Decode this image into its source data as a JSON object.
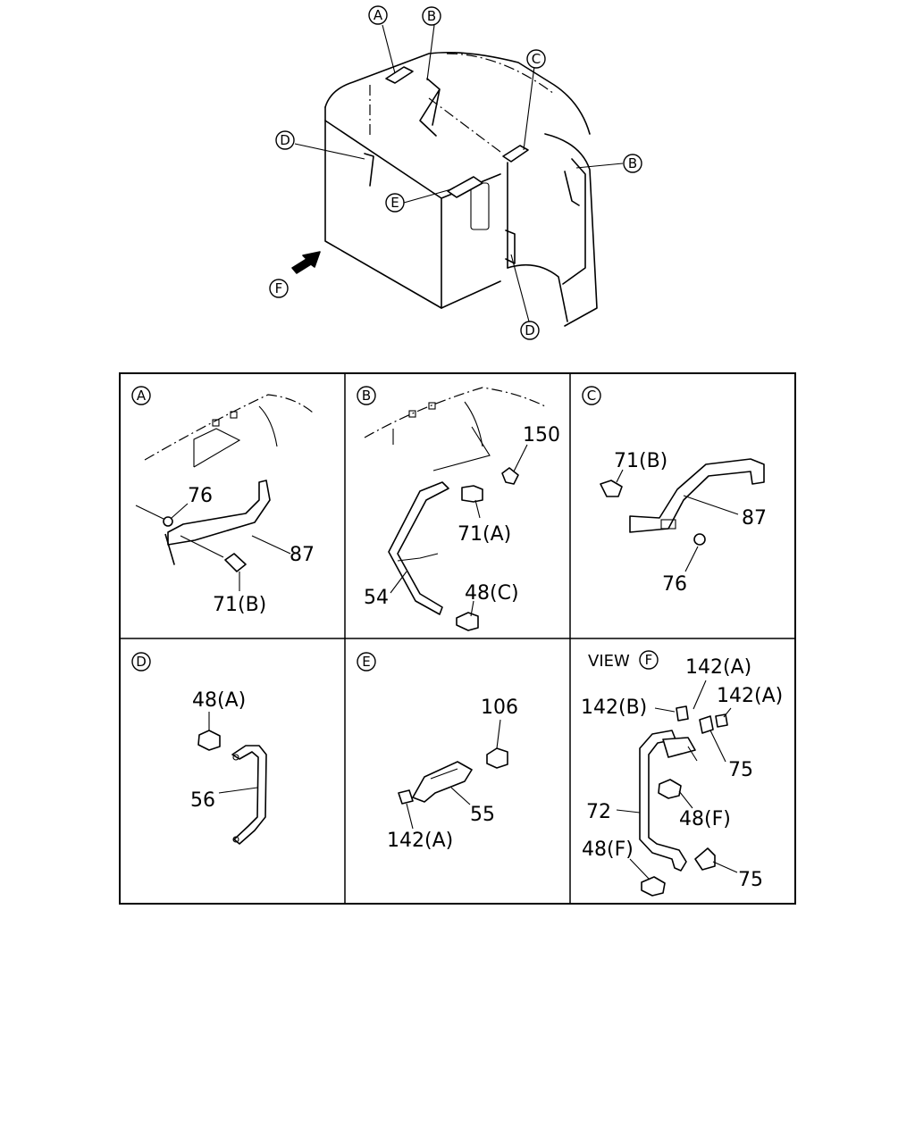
{
  "overview": {
    "callouts": {
      "top_a": "A",
      "top_b": "B",
      "top_c": "C",
      "left_d": "D",
      "center_e": "E",
      "right_b": "B",
      "bottom_d": "D",
      "view_f": "F"
    }
  },
  "panels": {
    "a": {
      "letter": "A",
      "labels": {
        "p76": "76",
        "p87": "87",
        "p71b": "71(B)"
      }
    },
    "b": {
      "letter": "B",
      "labels": {
        "p150": "150",
        "p71a": "71(A)",
        "p48c": "48(C)",
        "p54": "54"
      }
    },
    "c": {
      "letter": "C",
      "labels": {
        "p71b": "71(B)",
        "p87": "87",
        "p76": "76"
      }
    },
    "d": {
      "letter": "D",
      "labels": {
        "p48a": "48(A)",
        "p56": "56"
      }
    },
    "e": {
      "letter": "E",
      "labels": {
        "p106": "106",
        "p55": "55",
        "p142a": "142(A)"
      }
    },
    "f": {
      "view_prefix": "VIEW",
      "letter": "F",
      "labels": {
        "p142a_top": "142(A)",
        "p142b": "142(B)",
        "p142a_right": "142(A)",
        "p75_top": "75",
        "p72": "72",
        "p48f_mid": "48(F)",
        "p48f_bottom": "48(F)",
        "p75_bottom": "75"
      }
    }
  }
}
